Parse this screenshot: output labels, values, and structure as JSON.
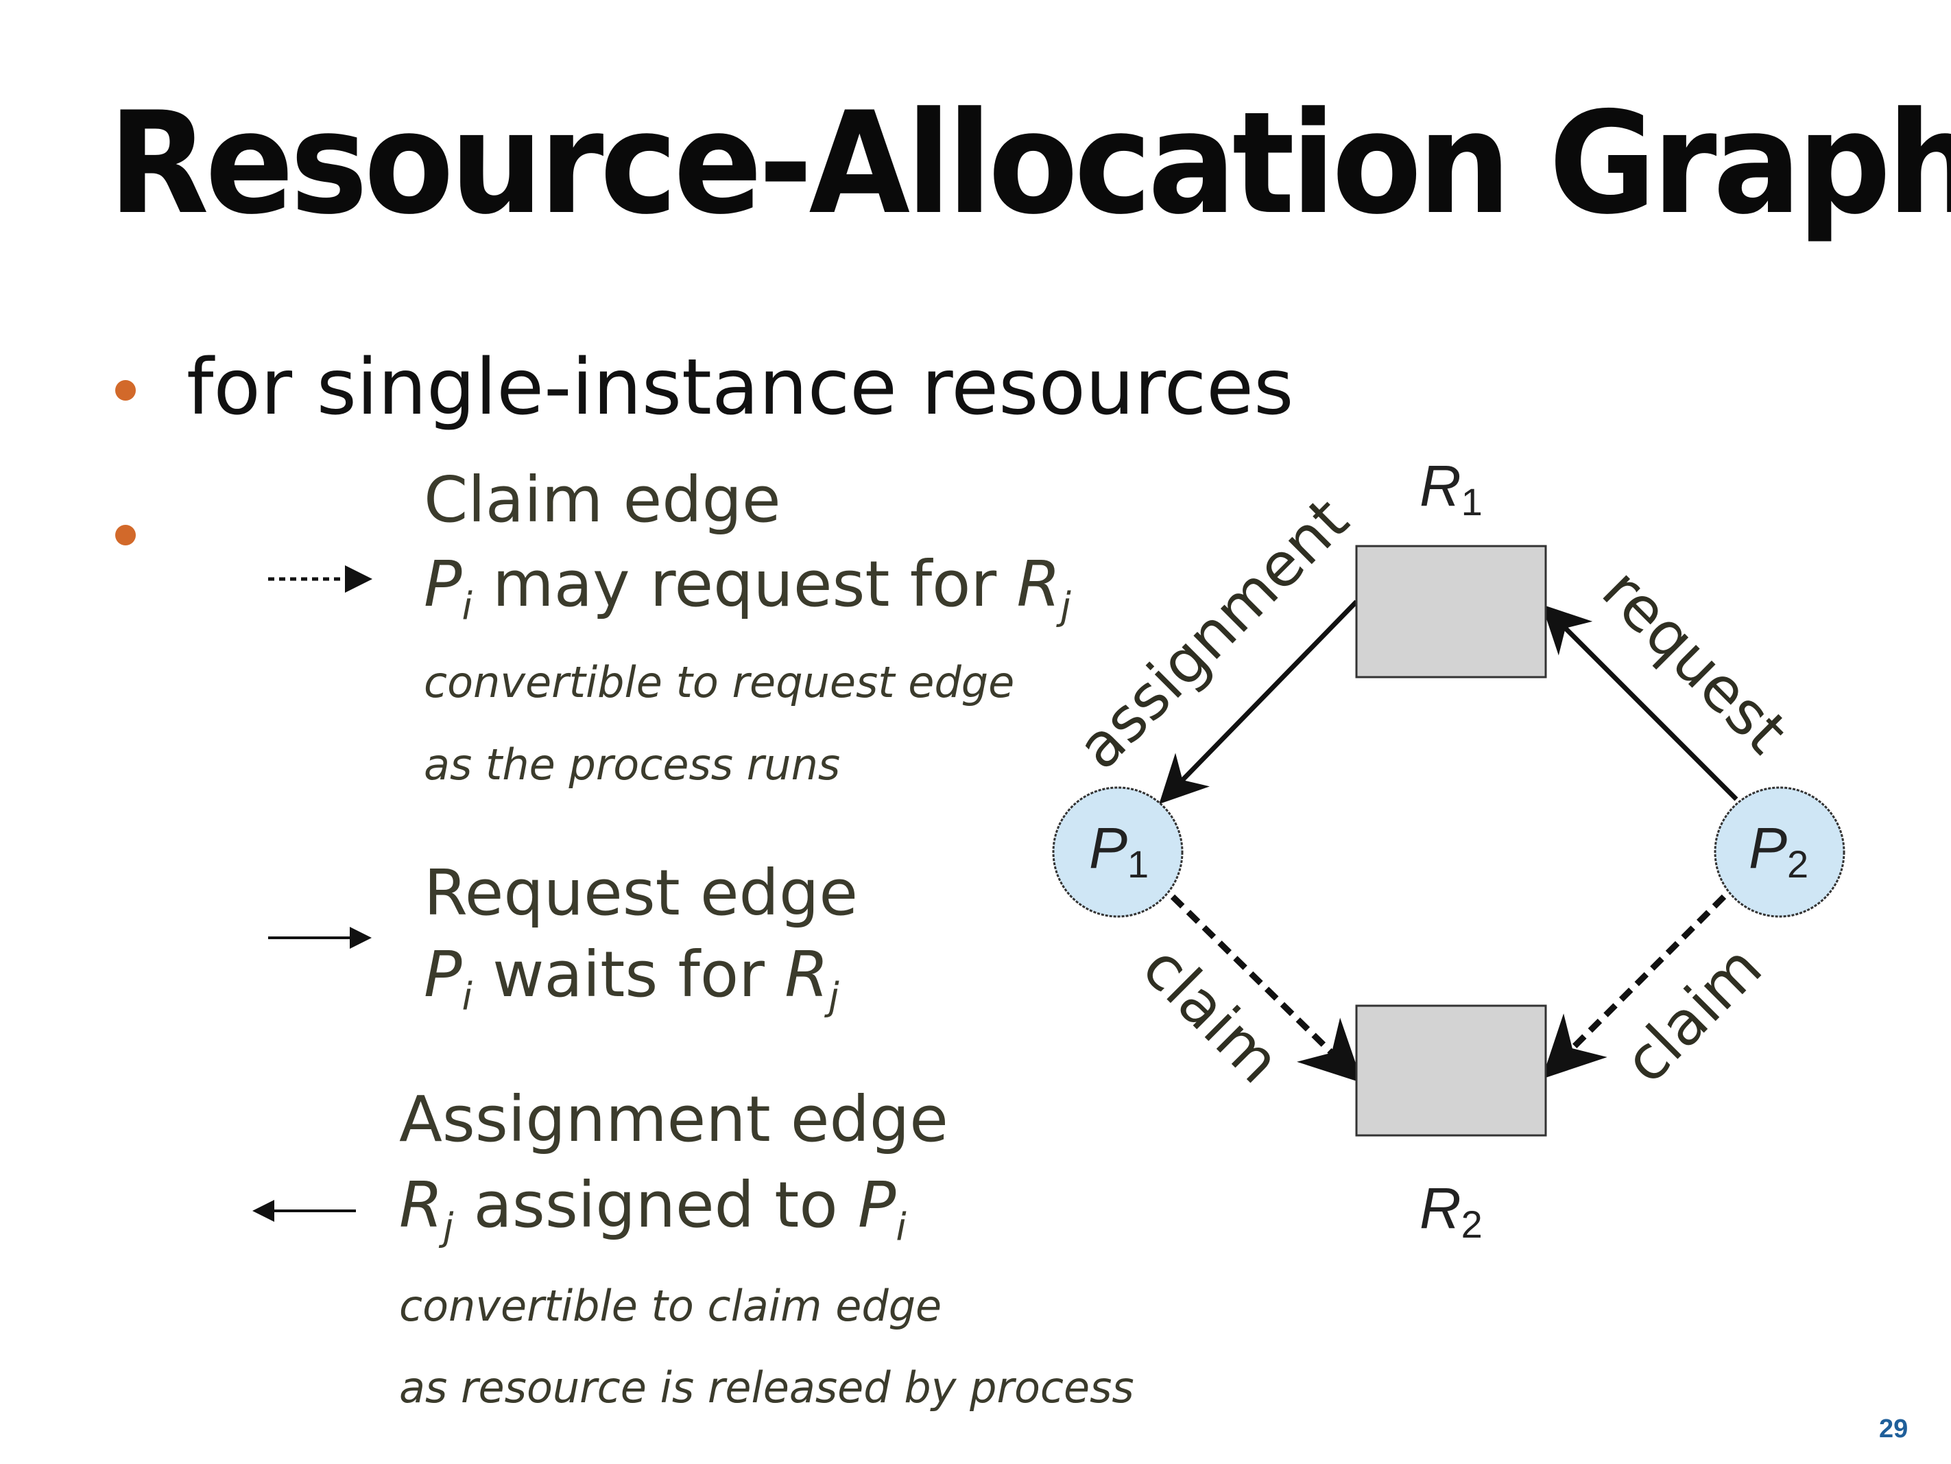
{
  "title": "Resource-Allocation Graph",
  "bullets": [
    "for single-instance  resources"
  ],
  "claim": {
    "heading": "Claim edge",
    "desc_pre": "P",
    "desc_pre_sub": "i",
    "desc_mid": " may request for ",
    "desc_post": "R",
    "desc_post_sub": "j",
    "note1": "convertible to request edge",
    "note2": "as the process runs"
  },
  "request": {
    "heading": "Request edge",
    "desc_pre": "P",
    "desc_pre_sub": "i",
    "desc_mid": " waits for ",
    "desc_post": "R",
    "desc_post_sub": "j"
  },
  "assignment": {
    "heading": "Assignment edge",
    "desc_pre": "R",
    "desc_pre_sub": "j",
    "desc_mid": " assigned to ",
    "desc_post": "P",
    "desc_post_sub": "i",
    "note1": "convertible to claim edge",
    "note2": "as resource is released by process"
  },
  "graph": {
    "r1": "R",
    "r1_sub": "1",
    "r2": "R",
    "r2_sub": "2",
    "p1": "P",
    "p1_sub": "1",
    "p2": "P",
    "p2_sub": "2",
    "edge_assignment": "assignment",
    "edge_request": "request",
    "edge_claim_left": "claim",
    "edge_claim_right": "claim"
  },
  "page_number": "29",
  "colors": {
    "bullet": "#d2692a",
    "process_fill": "#cfe6f5",
    "resource_fill": "#d3d3d3",
    "page_number": "#1f5f9a"
  }
}
